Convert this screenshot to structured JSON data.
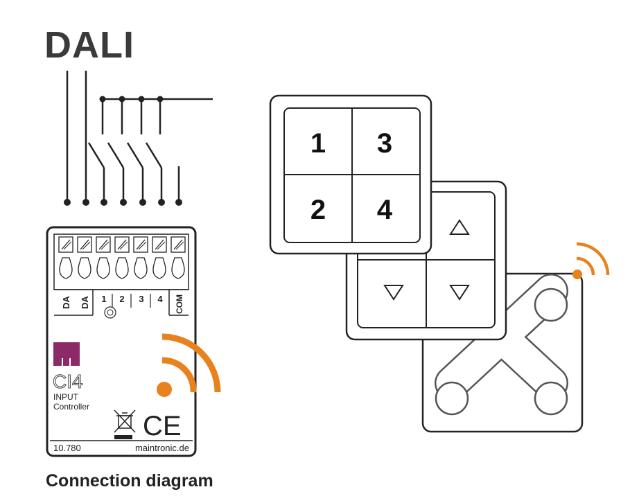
{
  "title": "DALI",
  "caption": "Connection diagram",
  "colors": {
    "accent": "#e8821e",
    "brand": "#8b2a66",
    "line": "#222222",
    "device_gray": "#555555"
  },
  "module": {
    "terminals": [
      "DA",
      "DA",
      "1",
      "2",
      "3",
      "4",
      "COM"
    ],
    "brand_mark": "CI4",
    "type_line1": "INPUT",
    "type_line2": "Controller",
    "part_number": "10.780",
    "website": "maintronic.de",
    "ce_mark": "CE",
    "icons": [
      "weee-bin-icon",
      "ce-mark-icon",
      "wireless-signal-icon",
      "rotary-switch-icon",
      "logo-icon"
    ]
  },
  "keypad_numbers": {
    "k1": "1",
    "k2": "2",
    "k3": "3",
    "k4": "4"
  },
  "arrow_keypad": [
    "up-arrow-icon",
    "down-arrow-icon",
    "down-arrow-icon"
  ],
  "remote_icons": [
    "x-remote-icon",
    "wireless-signal-icon"
  ]
}
